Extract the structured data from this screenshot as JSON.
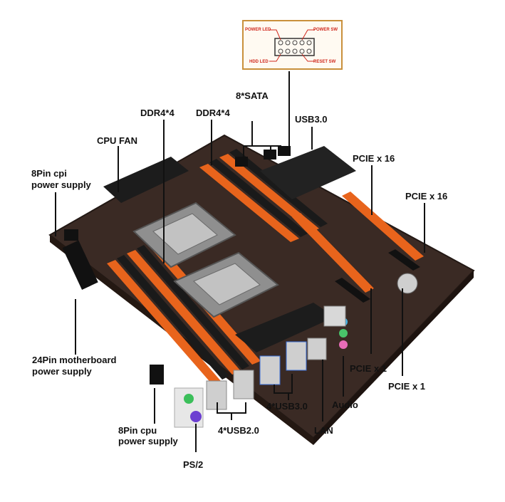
{
  "header_pins": {
    "power_led": "POWER LED",
    "power_sw": "POWER SW",
    "hdd_led": "HDD LED",
    "reset_sw": "RESET SW"
  },
  "labels": {
    "sata": "8*SATA",
    "ddr4_left": "DDR4*4",
    "ddr4_right": "DDR4*4",
    "usb30_top": "USB3.0",
    "cpu_fan": "CPU FAN",
    "pcie16_a": "PCIE x 16",
    "pcie16_b": "PCIE x 16",
    "power8_top_line1": "8Pin cpi",
    "power8_top_line2": "power supply",
    "atx24_line1": "24Pin motherboard",
    "atx24_line2": "power supply",
    "pcie1_a": "PCIE x 1",
    "pcie1_b": "PCIE x 1",
    "usb30_rear": "4*USB3.0",
    "audio": "Audio",
    "power8_bottom_line1": "8Pin cpu",
    "power8_bottom_line2": "power supply",
    "usb20": "4*USB2.0",
    "lan": "LAN",
    "ps2": "PS/2"
  },
  "colors": {
    "board": "#3a2a24",
    "dimm_orange": "#e8641c",
    "dimm_black": "#1a1a1a",
    "heatsink": "#1c1c1c",
    "socket": "#9a9a9a",
    "header_accent": "#d0281c"
  }
}
